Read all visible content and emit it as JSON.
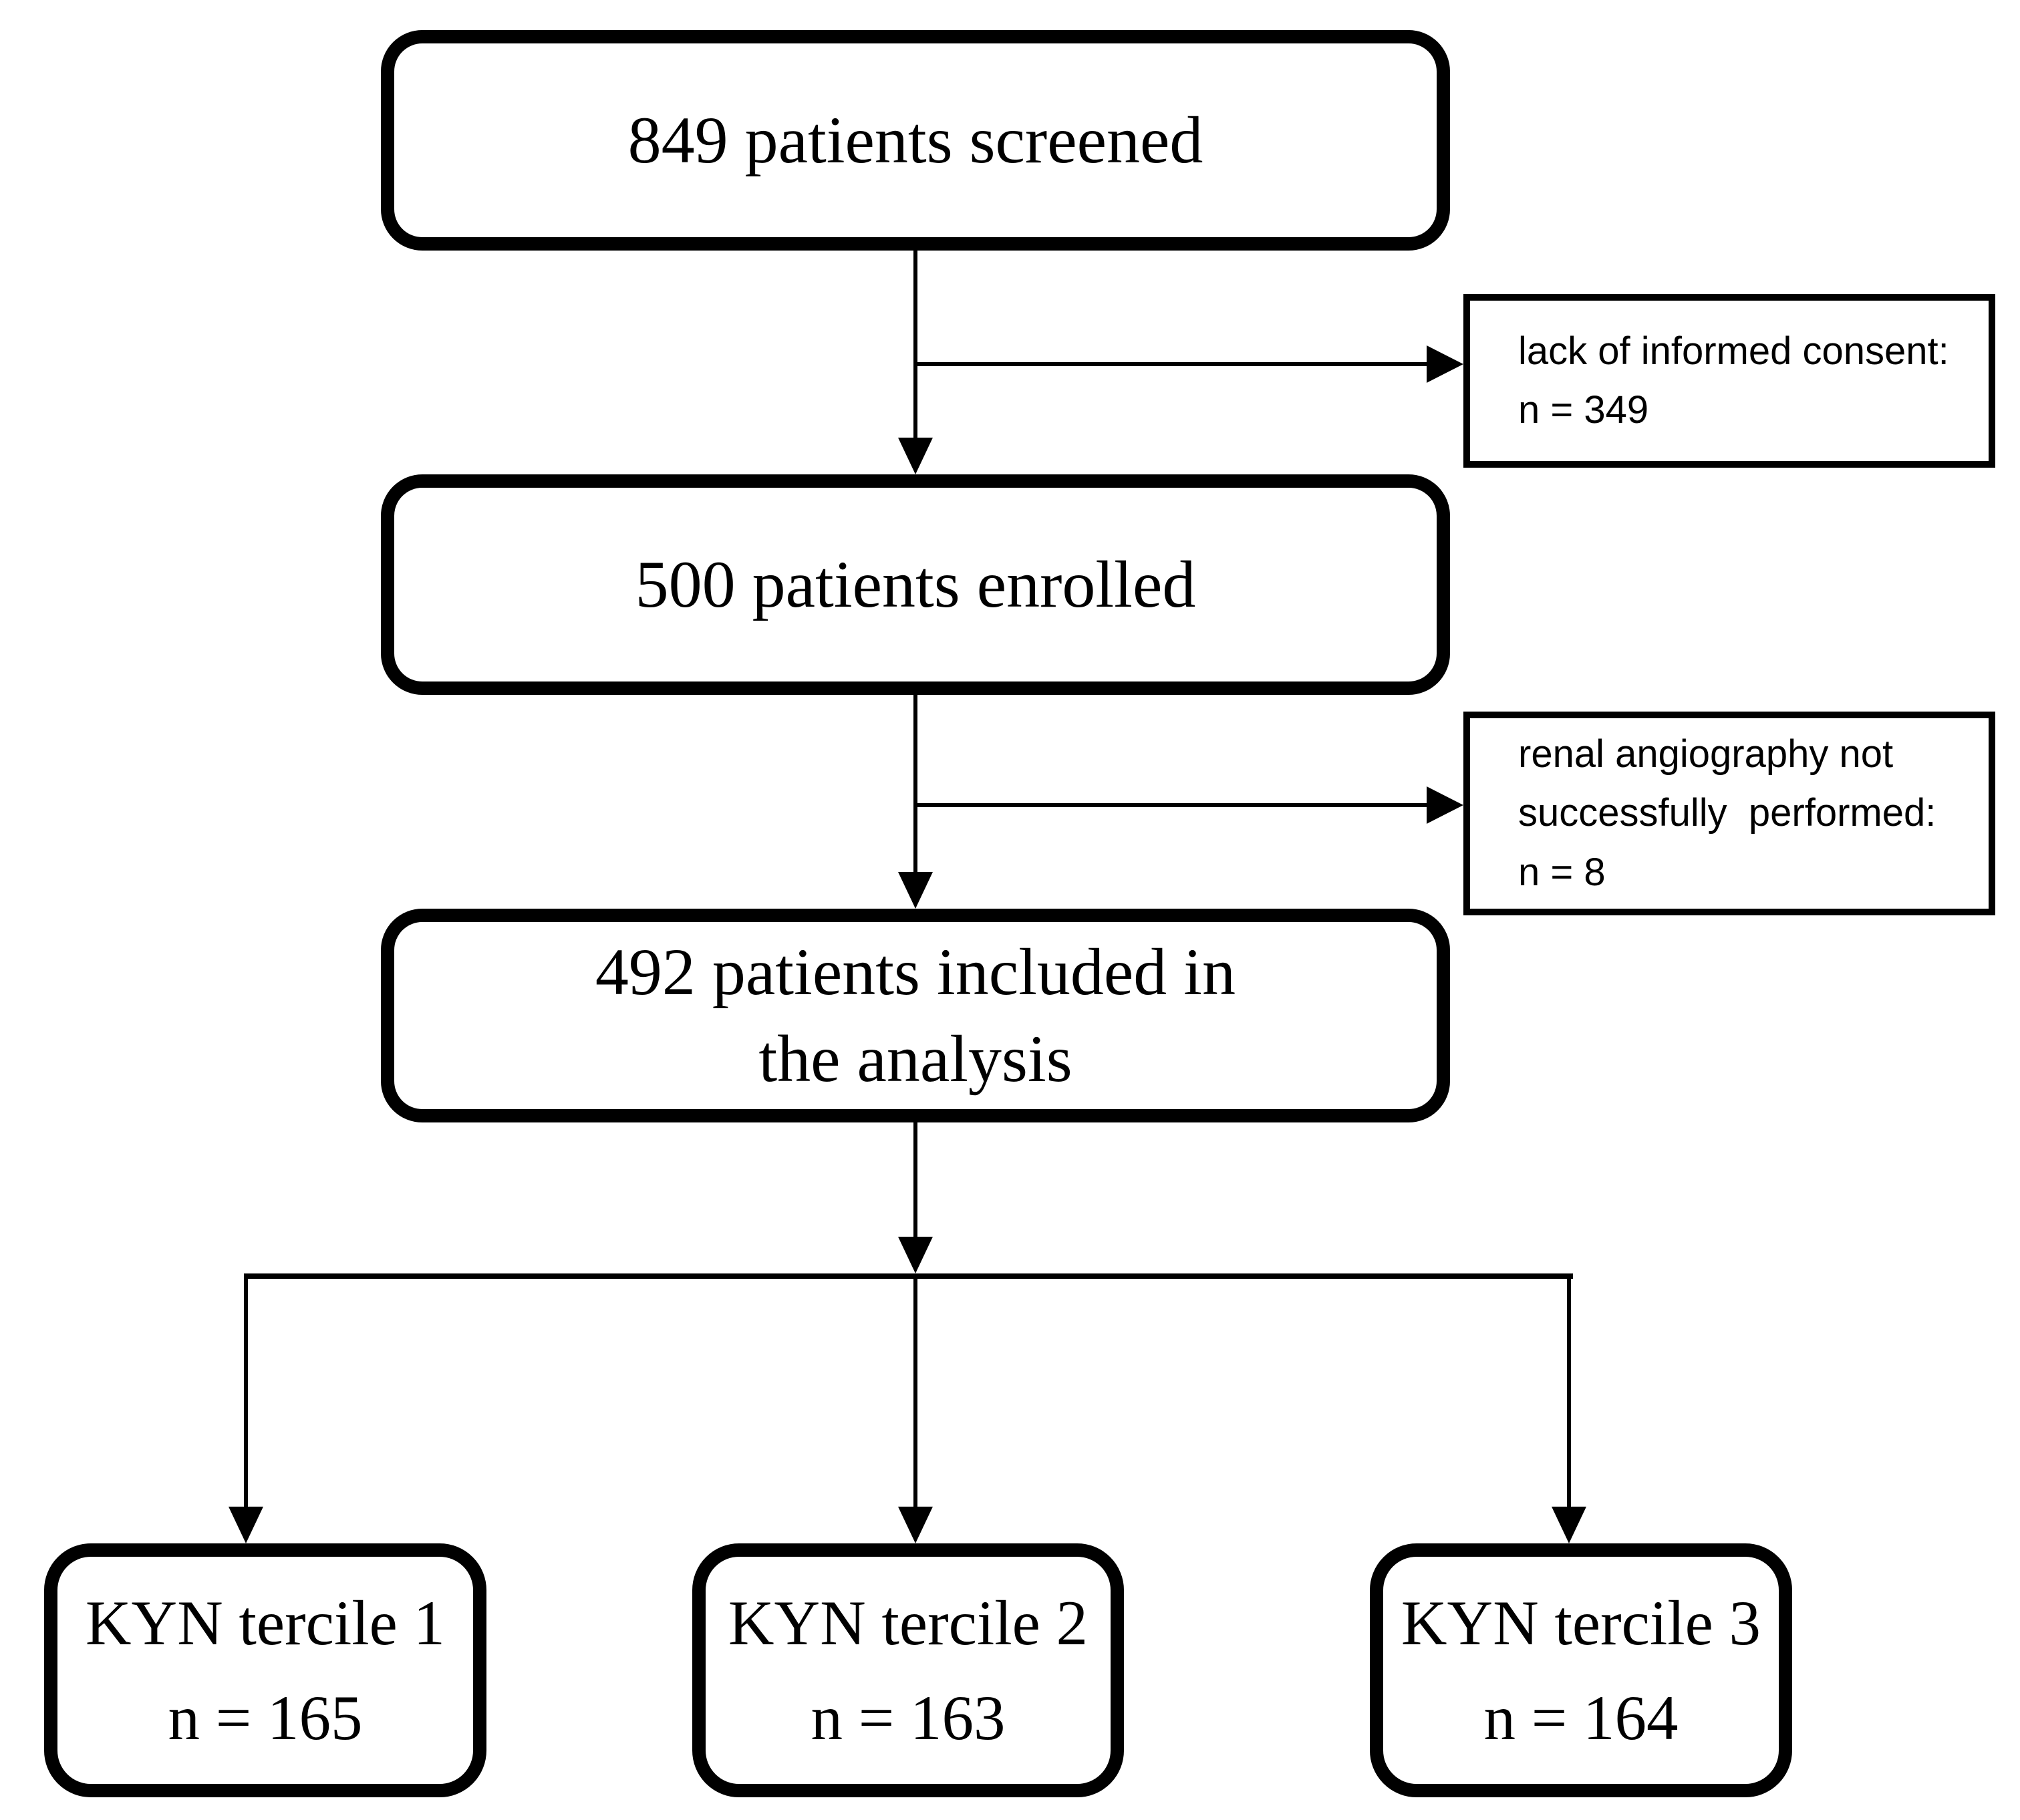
{
  "flowchart": {
    "screened": {
      "label": "849 patients screened"
    },
    "exclusion_consent": {
      "line1": "lack of informed consent:",
      "line2": "n = 349"
    },
    "enrolled": {
      "label": "500 patients enrolled"
    },
    "exclusion_angiography": {
      "line1": "renal angiography not",
      "line2": "successfully  performed:",
      "line3": "n = 8"
    },
    "included": {
      "line1": "492 patients included in",
      "line2": "the analysis"
    },
    "tercile1": {
      "line1": "KYN tercile 1",
      "line2": "n = 165"
    },
    "tercile2": {
      "line1": "KYN tercile 2",
      "line2": "n = 163"
    },
    "tercile3": {
      "line1": "KYN tercile 3",
      "line2": "n = 164"
    },
    "colors": {
      "line": "#000000",
      "text": "#000000",
      "background": "#ffffff"
    }
  }
}
